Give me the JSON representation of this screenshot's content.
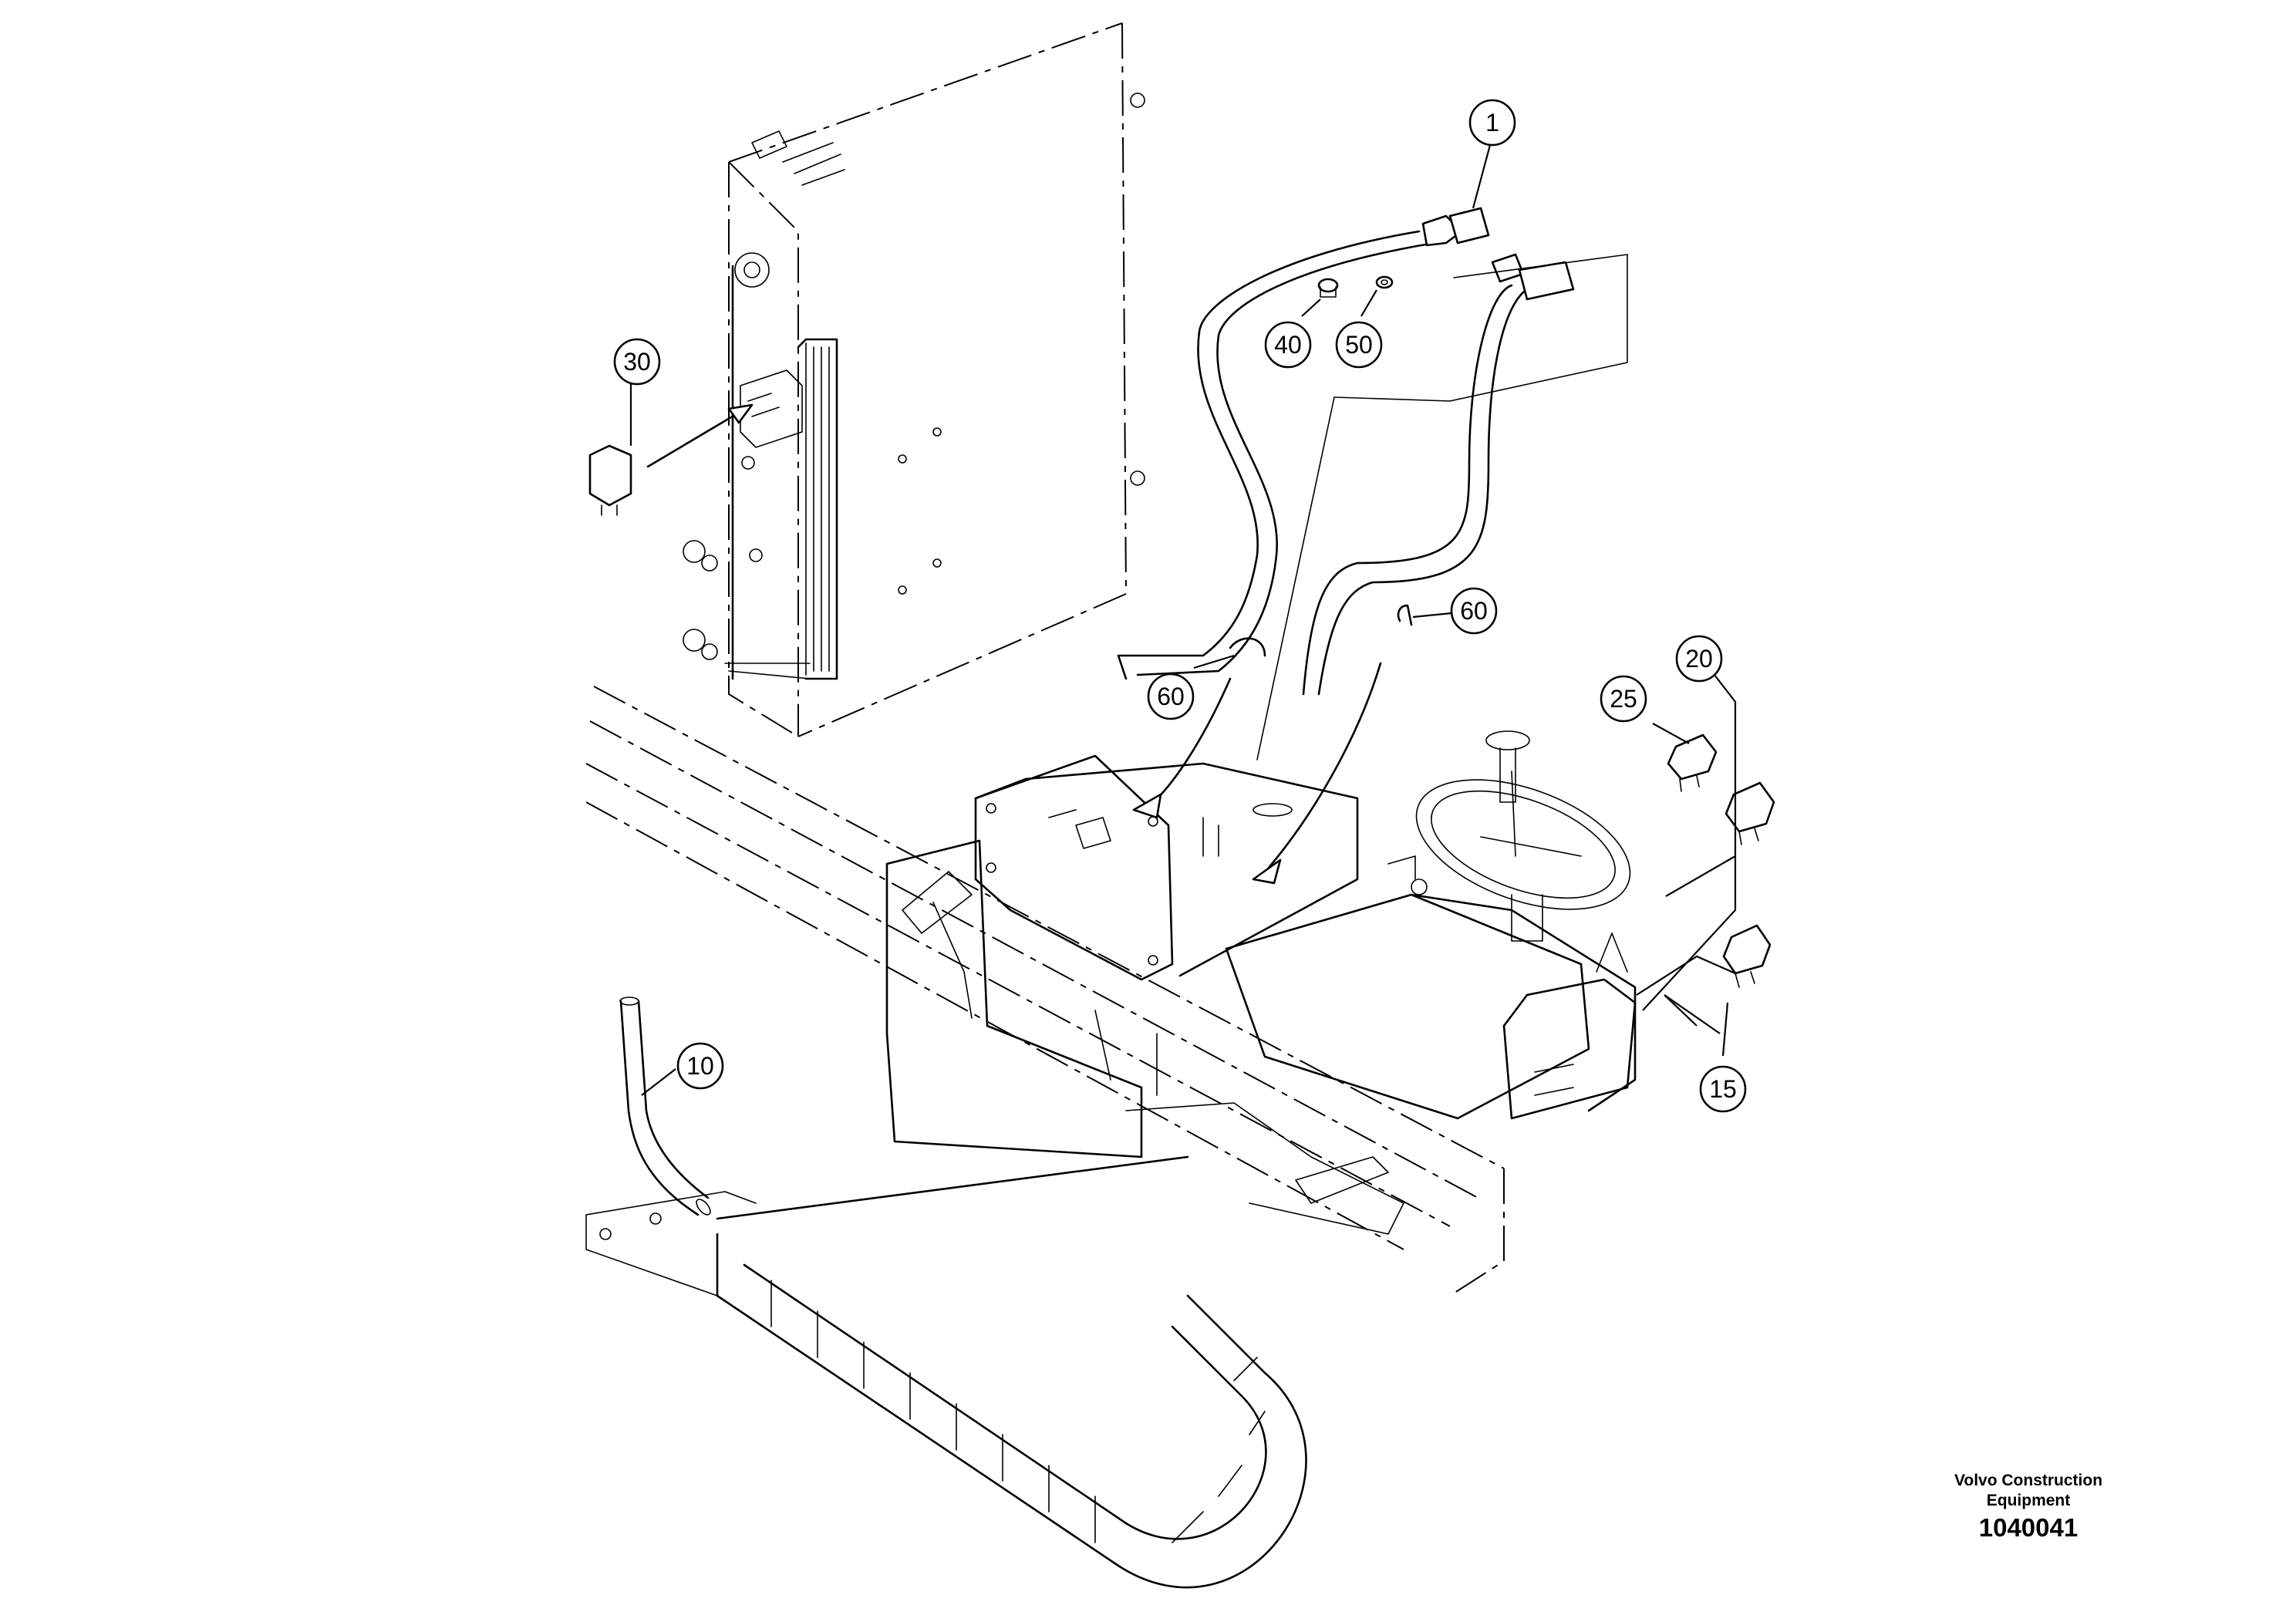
{
  "callouts": [
    {
      "label": "1"
    },
    {
      "label": "40"
    },
    {
      "label": "50"
    },
    {
      "label": "30"
    },
    {
      "label": "60"
    },
    {
      "label": "60"
    },
    {
      "label": "20"
    },
    {
      "label": "25"
    },
    {
      "label": "10"
    },
    {
      "label": "15"
    }
  ],
  "footer": {
    "brand_line1": "Volvo Construction",
    "brand_line2": "Equipment",
    "drawing_number": "1040041"
  }
}
